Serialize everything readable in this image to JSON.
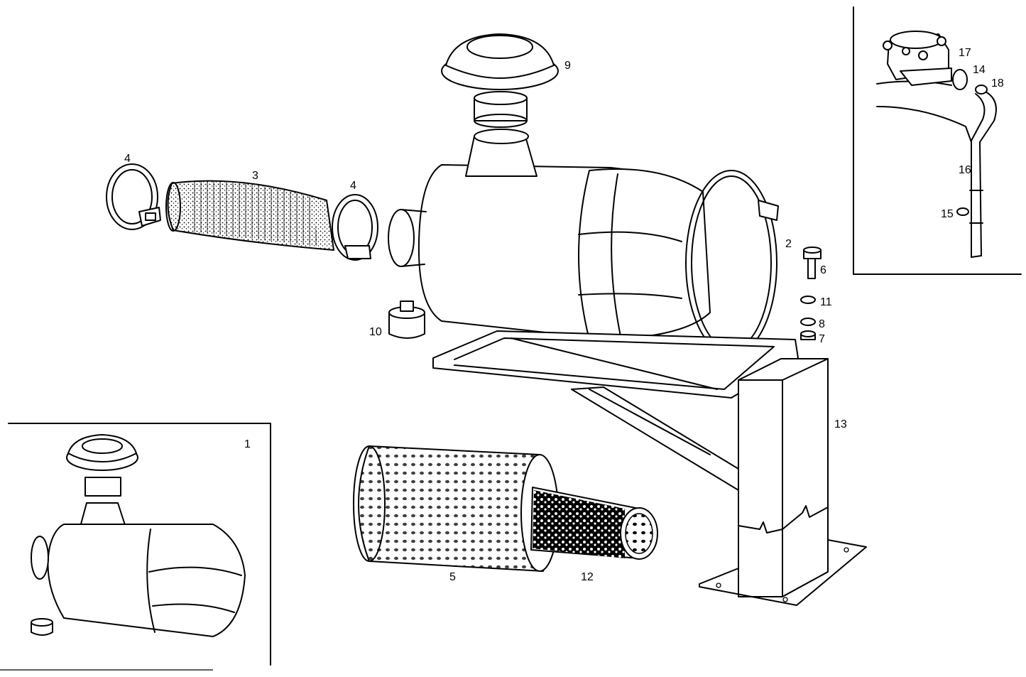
{
  "callouts": {
    "c1": "1",
    "c2": "2",
    "c3": "3",
    "c4a": "4",
    "c4b": "4",
    "c5": "5",
    "c6": "6",
    "c7": "7",
    "c8": "8",
    "c9": "9",
    "c10": "10",
    "c11": "11",
    "c12": "12",
    "c13": "13",
    "c14": "14",
    "c15": "15",
    "c16": "16",
    "c17": "17",
    "c18": "18"
  }
}
